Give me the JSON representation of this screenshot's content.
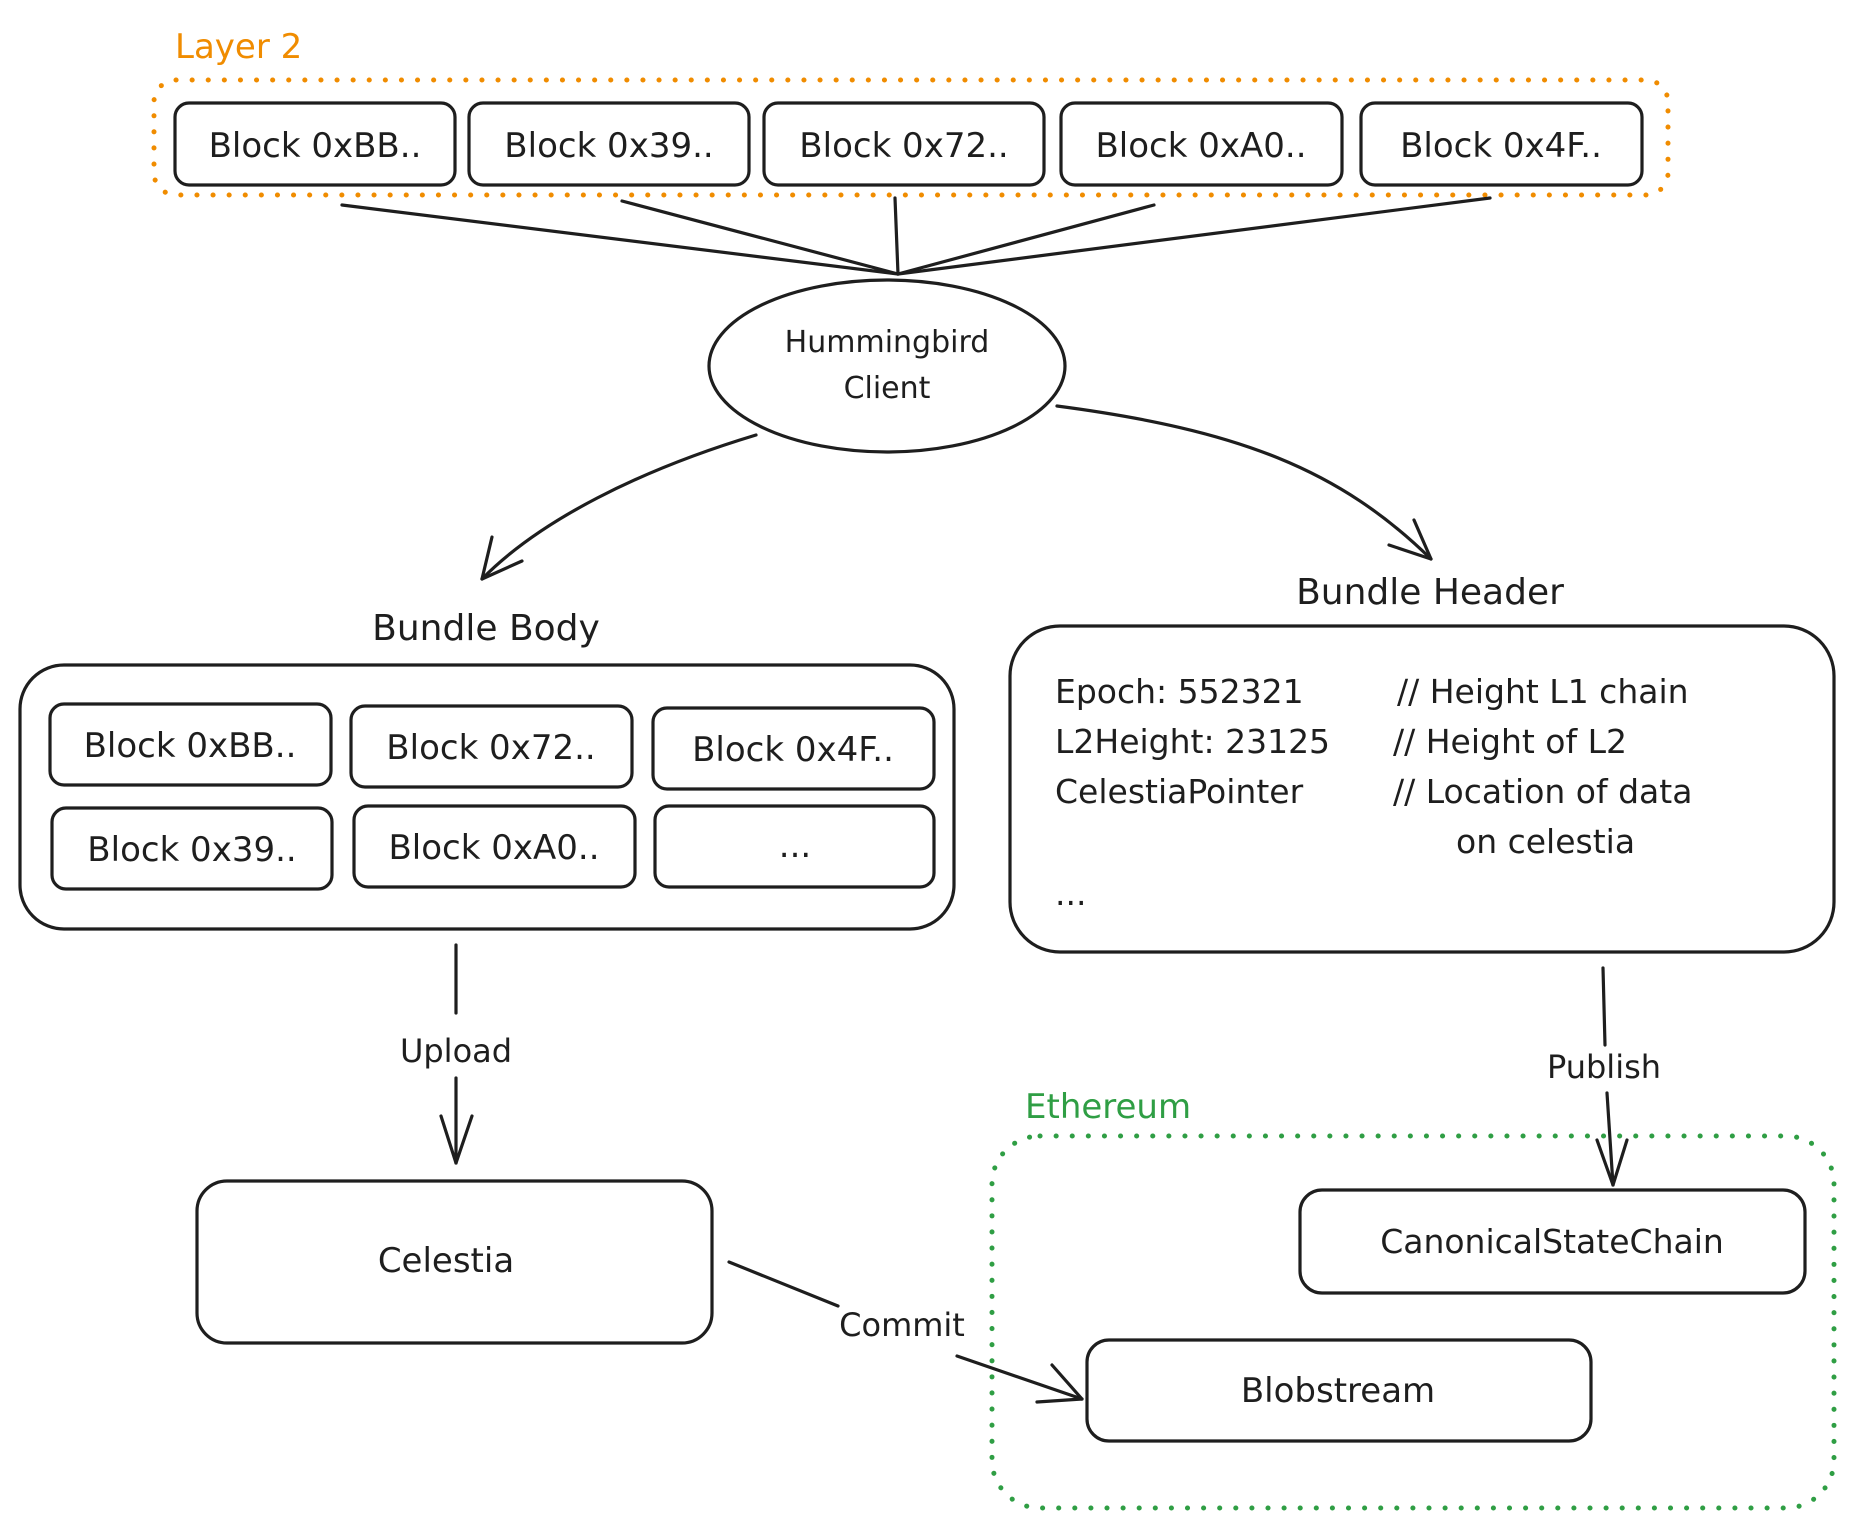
{
  "diagram": {
    "groups": {
      "layer2": {
        "label": "Layer 2",
        "color": "#f08c00"
      },
      "ethereum": {
        "label": "Ethereum",
        "color": "#2f9e44"
      }
    },
    "layer2_blocks": [
      "Block 0xBB..",
      "Block 0x39..",
      "Block 0x72..",
      "Block 0xA0..",
      "Block 0x4F.."
    ],
    "client": {
      "line1": "Hummingbird",
      "line2": "Client"
    },
    "bundle_body": {
      "title": "Bundle Body",
      "blocks": [
        "Block 0xBB..",
        "Block 0x72..",
        "Block 0x4F..",
        "Block 0x39..",
        "Block 0xA0..",
        "..."
      ]
    },
    "bundle_header": {
      "title": "Bundle Header",
      "fields": [
        {
          "key": "Epoch: 552321",
          "comment": "// Height L1 chain"
        },
        {
          "key": "L2Height: 23125",
          "comment": "// Height of L2"
        },
        {
          "key": "CelestiaPointer",
          "comment": "// Location of data"
        }
      ],
      "comment_continuation": "on celestia",
      "ellipsis": "..."
    },
    "nodes": {
      "celestia": "Celestia",
      "canonical_state_chain": "CanonicalStateChain",
      "blobstream": "Blobstream"
    },
    "edge_labels": {
      "upload": "Upload",
      "publish": "Publish",
      "commit": "Commit"
    },
    "stroke_color": "#1e1e1e"
  }
}
